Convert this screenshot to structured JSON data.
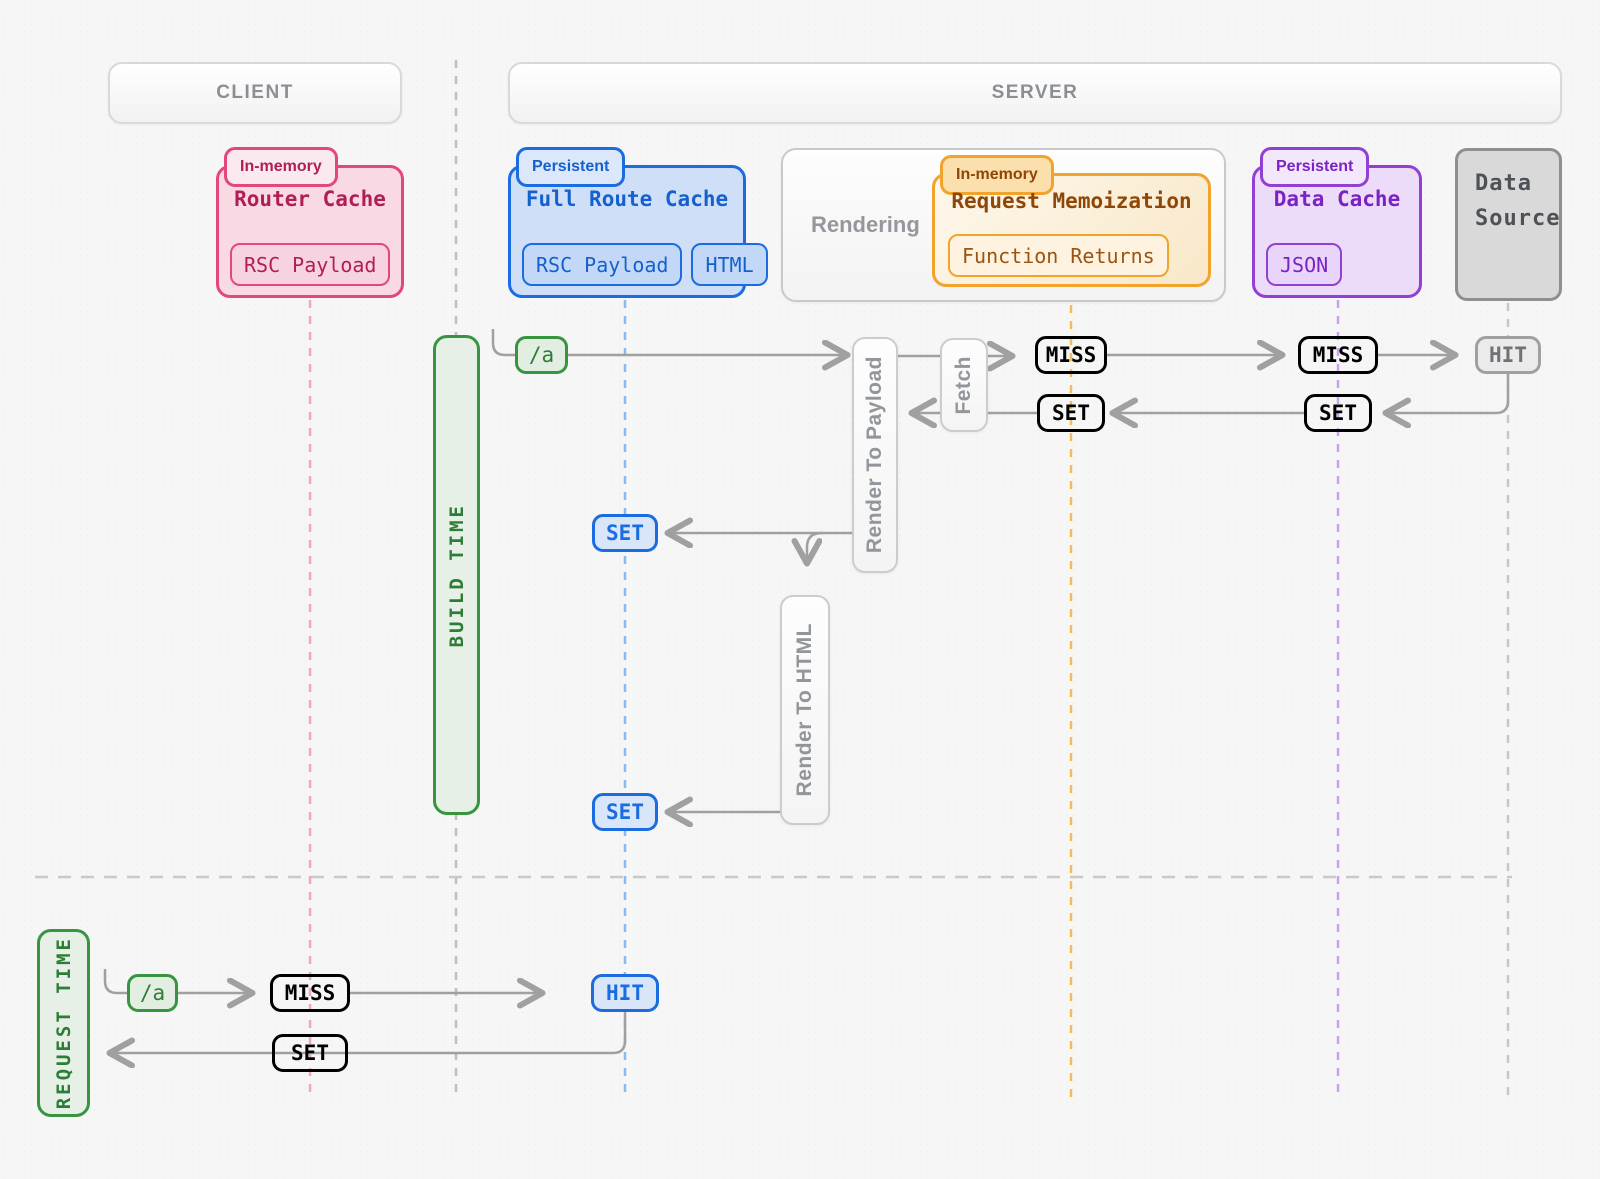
{
  "headers": {
    "client": "CLIENT",
    "server": "SERVER"
  },
  "boxes": {
    "router_cache": {
      "badge": "In-memory",
      "title": "Router Cache",
      "chips": [
        "RSC Payload"
      ]
    },
    "full_route_cache": {
      "badge": "Persistent",
      "title": "Full Route Cache",
      "chips": [
        "RSC Payload",
        "HTML"
      ]
    },
    "rendering": {
      "label": "Rendering"
    },
    "request_memoization": {
      "badge": "In-memory",
      "title": "Request Memoization",
      "chips": [
        "Function Returns"
      ]
    },
    "data_cache": {
      "badge": "Persistent",
      "title": "Data Cache",
      "chips": [
        "JSON"
      ]
    },
    "data_source": {
      "line1": "Data",
      "line2": "Source"
    }
  },
  "process_boxes": {
    "render_to_payload": "Render To Payload",
    "fetch": "Fetch",
    "render_to_html": "Render To HTML"
  },
  "lanes": {
    "build_time": "BUILD TIME",
    "request_time": "REQUEST TIME"
  },
  "labels": {
    "slug": "/a",
    "miss": "MISS",
    "set": "SET",
    "hit": "HIT"
  },
  "colors": {
    "pink": "#e2477d",
    "blue": "#1a6ce0",
    "orange": "#f2a32b",
    "purple": "#9240d4",
    "green": "#38953f",
    "gray": "#8f8f8f",
    "arrow": "#a0a0a0",
    "background": "#f6f6f7"
  }
}
